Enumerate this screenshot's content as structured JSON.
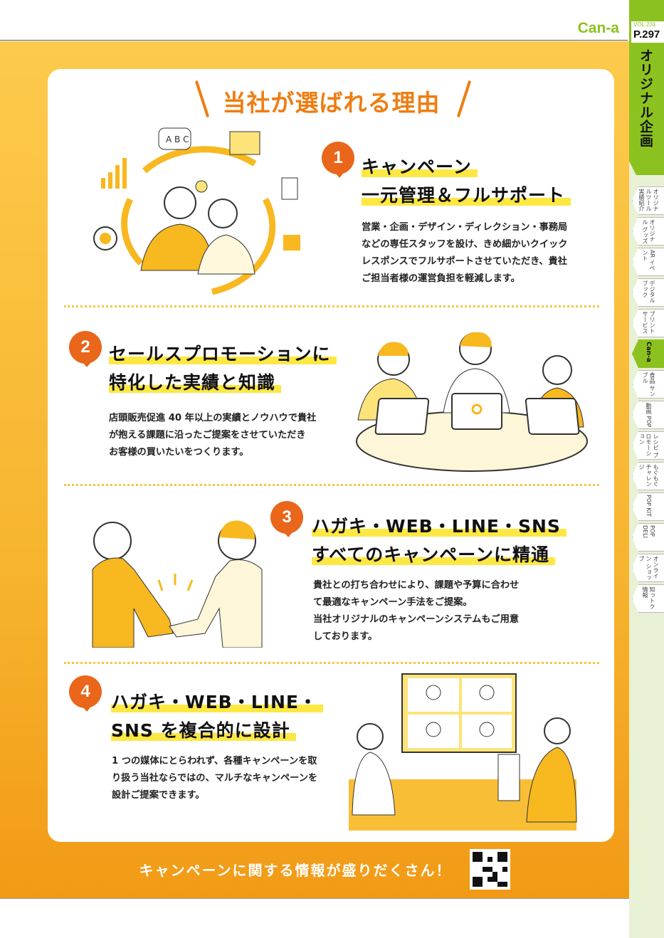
{
  "header": {
    "brand": "Can-a",
    "vol": "VOL.231",
    "page": "P.297"
  },
  "sidebar": {
    "section_title": "オリジナル企画",
    "tabs": [
      {
        "label": "オリジナルツール 実績紹介",
        "active": false
      },
      {
        "label": "オリジナル グッズ",
        "active": false
      },
      {
        "label": "AR イベント",
        "active": false
      },
      {
        "label": "デジタル ブック",
        "active": false
      },
      {
        "label": "プリント サービス",
        "active": false
      },
      {
        "label": "Can-a",
        "active": true
      },
      {
        "label": "食品 サンプル",
        "active": false
      },
      {
        "label": "動画 POP",
        "active": false
      },
      {
        "label": "レシピ プロモーション",
        "active": false
      },
      {
        "label": "もぐもぐ チャレンジ",
        "active": false
      },
      {
        "label": "POP KIT",
        "active": false
      },
      {
        "label": "POP DELI",
        "active": false
      },
      {
        "label": "オンライン ショップ",
        "active": false
      },
      {
        "label": "知っトク 情報",
        "active": false
      }
    ]
  },
  "main": {
    "headline": "当社が選ばれる理由",
    "reasons": [
      {
        "number": "1",
        "title": [
          "キャンペーン",
          "一元管理＆フルサポート"
        ],
        "body": "営業・企画・デザイン・ディレクション・事務局\nなどの専任スタッフを設け、きめ細かいクイック\nレスポンスでフルサポートさせていただき、貴社\nご担当者様の運営負担を軽減します。",
        "illustration_letters": "A B C"
      },
      {
        "number": "2",
        "title": [
          "セールスプロモーションに",
          "特化した実績と知識"
        ],
        "body": "店頭販売促進 40 年以上の実績とノウハウで貴社\nが抱える課題に沿ったご提案をさせていただき\nお客様の買いたいをつくります。"
      },
      {
        "number": "3",
        "title": [
          "ハガキ・WEB・LINE・SNS",
          "すべてのキャンペーンに精通"
        ],
        "body": "貴社との打ち合わせにより、課題や予算に合わせ\nて最適なキャンペーン手法をご提案。\n当社オリジナルのキャンペーンシステムもご用意\nしております。"
      },
      {
        "number": "4",
        "title": [
          "ハガキ・WEB・LINE・",
          "SNS を複合的に設計"
        ],
        "body": "1 つの媒体にとらわれず、各種キャンペーンを取\nり扱う当社ならではの、マルチなキャンペーンを\n設計ご提案できます。"
      }
    ],
    "footer": "キャンペーンに関する情報が盛りだくさん！"
  },
  "colors": {
    "accent": "#e9661b",
    "yellow": "#fdca4c",
    "green": "#8cc21f"
  }
}
